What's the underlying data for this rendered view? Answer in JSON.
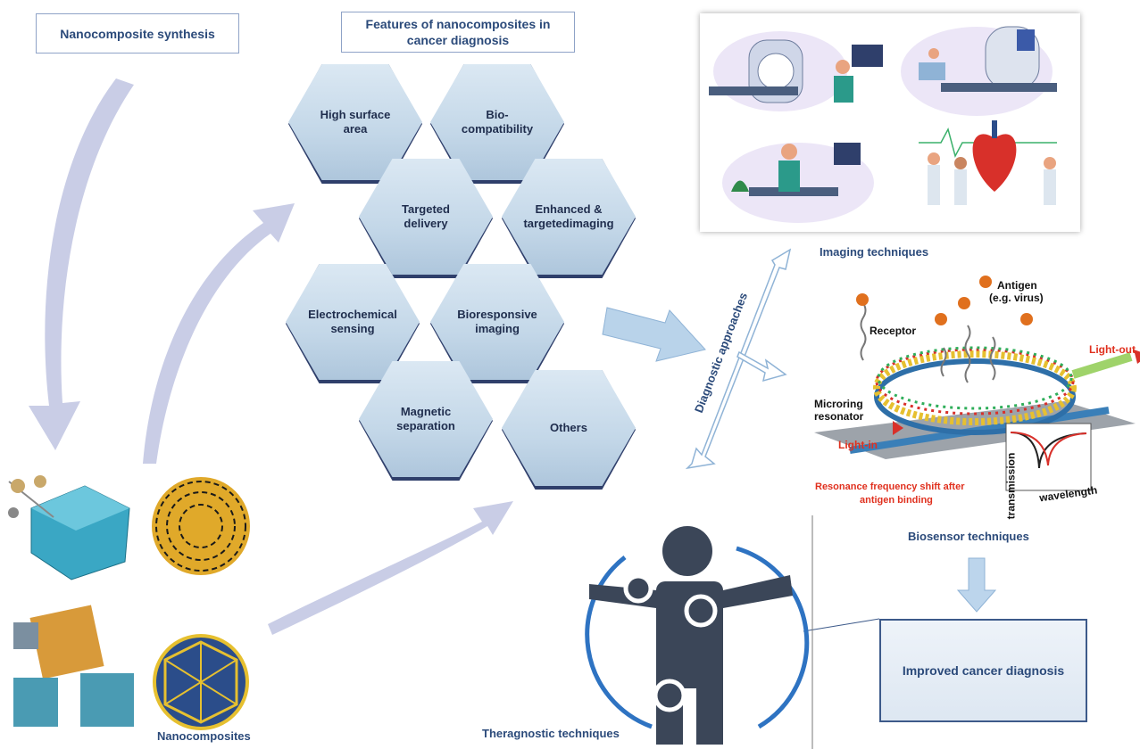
{
  "boxes": {
    "synthesis": "Nanocomposite synthesis",
    "features_line1": "Features of nanocomposites  in",
    "features_line2": "cancer diagnosis",
    "improved": "Improved cancer diagnosis"
  },
  "hexagons": [
    {
      "line1": "High surface",
      "line2": "area"
    },
    {
      "line1": "Bio-",
      "line2": "compatibility"
    },
    {
      "line1": "Targeted",
      "line2": "delivery"
    },
    {
      "line1": "Enhanced &",
      "line2": "targetedimaging"
    },
    {
      "line1": "Electrochemical",
      "line2": "sensing"
    },
    {
      "line1": "Bioresponsive",
      "line2": "imaging"
    },
    {
      "line1": "Magnetic",
      "line2": "separation"
    },
    {
      "line1": "Others",
      "line2": ""
    }
  ],
  "labels": {
    "nanocomposites": "Nanocomposites",
    "imaging": "Imaging techniques",
    "diagnostic": "Diagnostic  approaches",
    "biosensor": "Biosensor techniques",
    "theragnostic": "Theragnostic techniques"
  },
  "biosensor_panel": {
    "antigen": "Antigen",
    "antigen_sub": "(e.g. virus)",
    "receptor": "Receptor",
    "light_out": "Light-out",
    "microring_1": "Microring",
    "microring_2": "resonator",
    "light_in": "Light-in",
    "shift_1": "Resonance frequency shift after",
    "shift_2": "antigen binding",
    "transmission": "transmission",
    "wavelength": "wavelength"
  },
  "colors": {
    "accent": "#2b4a7a",
    "arrow": "#c7cce6",
    "hex_rim": "#2f3f6b",
    "red": "#e0301e"
  }
}
